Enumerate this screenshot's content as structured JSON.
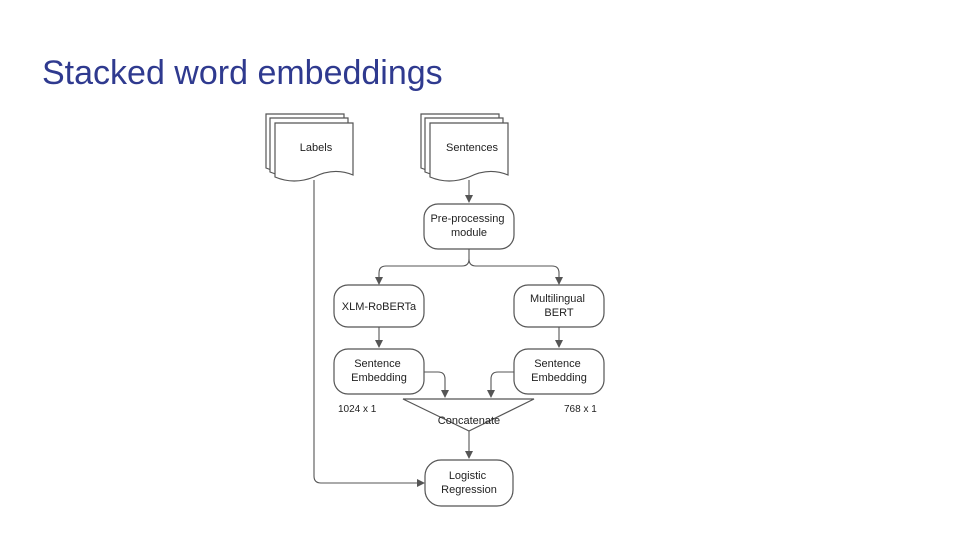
{
  "slide": {
    "title": "Stacked word embeddings"
  },
  "diagram": {
    "nodes": {
      "labels": "Labels",
      "sentences": "Sentences",
      "preprocessing": [
        "Pre-processing",
        "module"
      ],
      "xlm_roberta": "XLM-RoBERTa",
      "multilingual_bert": [
        "Multilingual",
        "BERT"
      ],
      "sentence_embedding_left": [
        "Sentence",
        "Embedding"
      ],
      "sentence_embedding_right": [
        "Sentence",
        "Embedding"
      ],
      "concatenate": "Concatenate",
      "logistic_regression": [
        "Logistic",
        "Regression"
      ]
    },
    "dimensions": {
      "left": "1024 x 1",
      "right": "768 x 1"
    },
    "colors": {
      "title": "#2f3a8f",
      "stroke": "#555555"
    }
  }
}
